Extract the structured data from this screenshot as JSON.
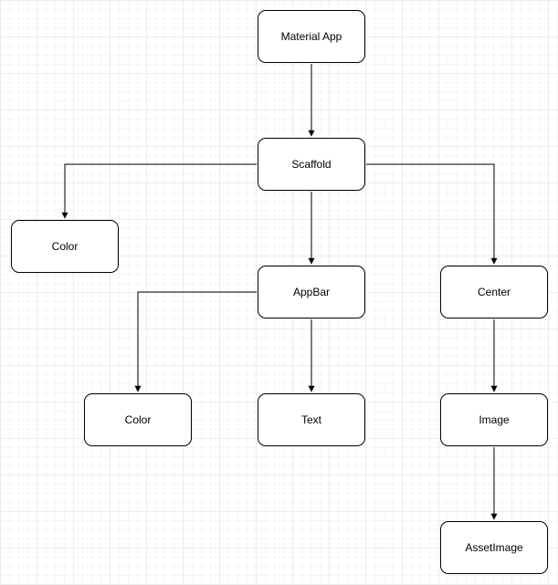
{
  "diagram": {
    "type": "tree",
    "colors": {
      "node_border": "#000000",
      "node_fill": "#ffffff",
      "edge": "#000000",
      "grid": "#ececec"
    },
    "nodes": {
      "material_app": "Material App",
      "scaffold": "Scaffold",
      "color_scaffold": "Color",
      "appbar": "AppBar",
      "center": "Center",
      "color_appbar": "Color",
      "text": "Text",
      "image": "Image",
      "asset_image": "AssetImage"
    },
    "edges": [
      {
        "from": "material_app",
        "to": "scaffold"
      },
      {
        "from": "scaffold",
        "to": "color_scaffold"
      },
      {
        "from": "scaffold",
        "to": "appbar"
      },
      {
        "from": "scaffold",
        "to": "center"
      },
      {
        "from": "appbar",
        "to": "color_appbar"
      },
      {
        "from": "appbar",
        "to": "text"
      },
      {
        "from": "center",
        "to": "image"
      },
      {
        "from": "image",
        "to": "asset_image"
      }
    ]
  }
}
